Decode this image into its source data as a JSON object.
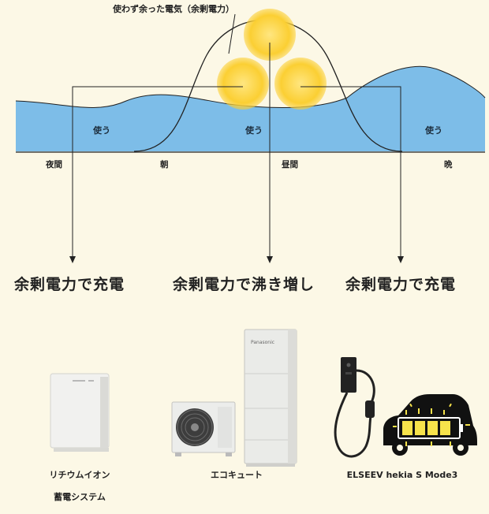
{
  "top_annotation": "使わず余った電気（余剰電力）",
  "usage_label": "使う",
  "time_labels": {
    "night": "夜間",
    "morning": "朝",
    "daytime": "昼間",
    "evening": "晩"
  },
  "outcomes": {
    "battery": "余剰電力で充電",
    "water_heater": "余剰電力で沸き増し",
    "ev": "余剰電力で充電"
  },
  "products": {
    "battery_line1": "リチウムイオン",
    "battery_line2": "蓄電システム",
    "ecocute": "エコキュート",
    "ev_charger": "ELSEEV hekia S Mode3",
    "brand": "Panasonic"
  },
  "colors": {
    "water": "#7dbde8",
    "sun": "#fbcf33",
    "background": "#fcf8e6"
  }
}
